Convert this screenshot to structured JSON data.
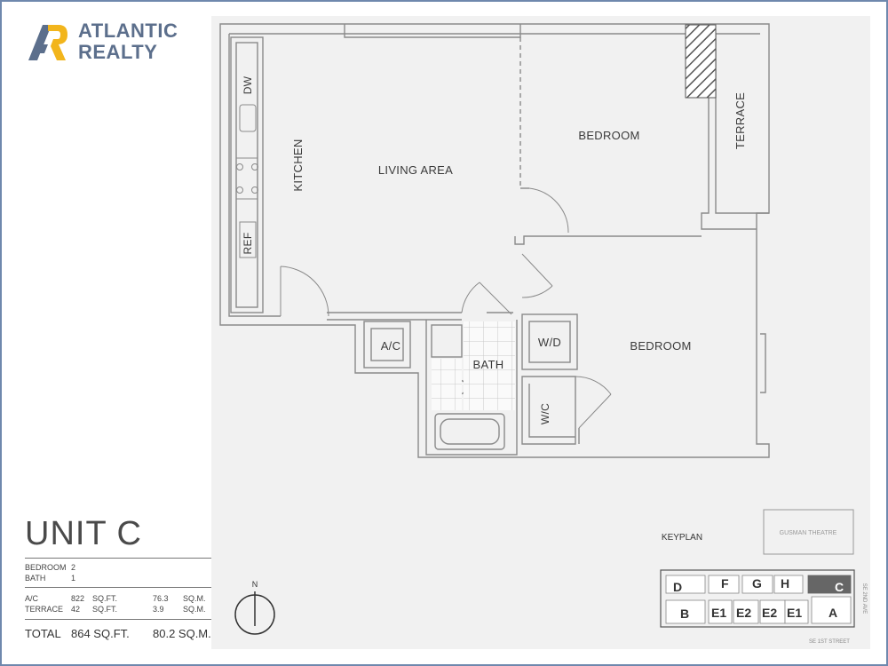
{
  "brand": {
    "name_line1": "ATLANTIC",
    "name_line2": "REALTY",
    "colors": {
      "navy": "#5c6f8c",
      "gold": "#f2b51c",
      "border": "#6f88ad"
    }
  },
  "unit": {
    "title": "UNIT C",
    "bedroom_label": "BEDROOM",
    "bedroom_value": "2",
    "bath_label": "BATH",
    "bath_value": "1",
    "ac_label": "A/C",
    "ac_sqft": "822",
    "ac_sqft_unit": "SQ.FT.",
    "ac_sqm": "76.3",
    "ac_sqm_unit": "SQ.M.",
    "terrace_label": "TERRACE",
    "terrace_sqft": "42",
    "terrace_sqft_unit": "SQ.FT.",
    "terrace_sqm": "3.9",
    "terrace_sqm_unit": "SQ.M.",
    "total_label": "TOTAL",
    "total_sqft": "864 SQ.FT.",
    "total_sqm": "80.2 SQ.M."
  },
  "rooms": {
    "kitchen": "KITCHEN",
    "living_area": "LIVING AREA",
    "bedroom_1": "BEDROOM",
    "bedroom_2": "BEDROOM",
    "terrace": "TERRACE",
    "dw": "DW",
    "ref": "REF",
    "ac": "A/C",
    "bath": "BATH",
    "wd": "W/D",
    "wic": "W/C"
  },
  "compass": {
    "north": "N"
  },
  "keyplan": {
    "label": "KEYPLAN",
    "theatre": "GUSMAN THEATRE",
    "street_bottom": "SE 1ST STREET",
    "street_right": "SE 2ND AVE",
    "top_units": [
      "D",
      "F",
      "G",
      "H",
      "C"
    ],
    "bottom_units": [
      "B",
      "E1",
      "E2",
      "E2",
      "E1",
      "A"
    ],
    "highlighted_unit": "C"
  }
}
